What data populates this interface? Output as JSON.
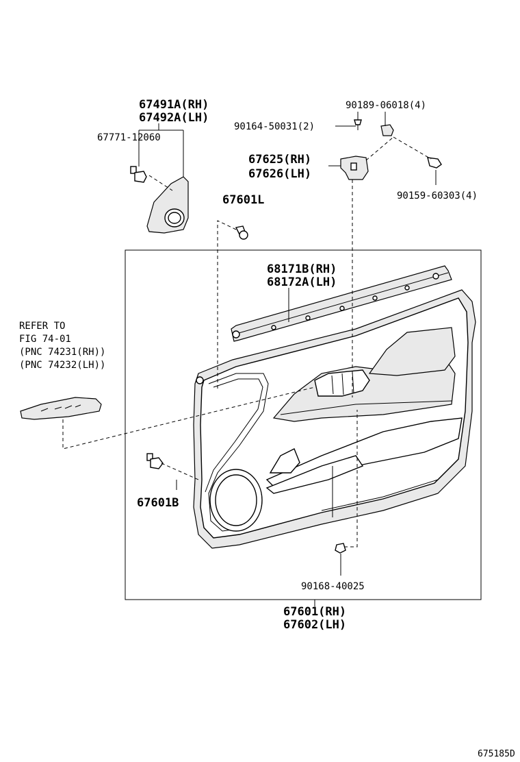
{
  "labels": {
    "p67491a": "67491A(RH)",
    "p67492a": "67492A(LH)",
    "p67771": "67771-12060",
    "p90189": "90189-06018(4)",
    "p90164": "90164-50031(2)",
    "p67625": "67625(RH)",
    "p67626": "67626(LH)",
    "p90159": "90159-60303(4)",
    "p67601l": "67601L",
    "p68171b": "68171B(RH)",
    "p68172a": "68172A(LH)",
    "refer_line1": "REFER TO",
    "refer_line2": "FIG 74-01",
    "refer_line3": "(PNC 74231(RH))",
    "refer_line4": "(PNC 74232(LH))",
    "p67601b": "67601B",
    "p90168": "90168-40025",
    "p67601": "67601(RH)",
    "p67602": "67602(LH)",
    "diagram_code": "675185D"
  }
}
